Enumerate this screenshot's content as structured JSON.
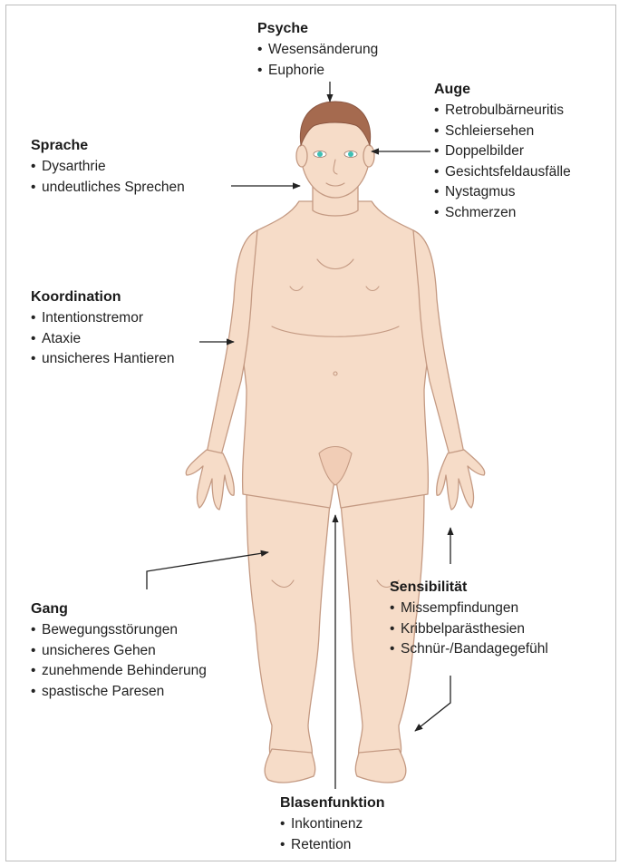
{
  "groups": {
    "psyche": {
      "title": "Psyche",
      "items": [
        "Wesensänderung",
        "Euphorie"
      ]
    },
    "auge": {
      "title": "Auge",
      "items": [
        "Retrobulbärneuritis",
        "Schleiersehen",
        "Doppelbilder",
        "Gesichtsfeldausfälle",
        "Nystagmus",
        "Schmerzen"
      ]
    },
    "sprache": {
      "title": "Sprache",
      "items": [
        "Dysarthrie",
        "undeutliches Sprechen"
      ]
    },
    "koordination": {
      "title": "Koordination",
      "items": [
        "Intentionstremor",
        "Ataxie",
        "unsicheres Hantieren"
      ]
    },
    "sensibilitaet": {
      "title": "Sensibilität",
      "items": [
        "Missempfindungen",
        "Kribbelparästhesien",
        "Schnür-/Bandagegefühl"
      ]
    },
    "gang": {
      "title": "Gang",
      "items": [
        "Bewegungsstörungen",
        "unsicheres Gehen",
        "zunehmende Behinderung",
        "spastische Paresen"
      ]
    },
    "blasenfunktion": {
      "title": "Blasenfunktion",
      "items": [
        "Inkontinenz",
        "Retention"
      ]
    }
  },
  "colors": {
    "skin": "#f6dcc8",
    "skin_outline": "#c49a83",
    "hair": "#a56a4f",
    "eyes": "#3fbfb4",
    "arrow": "#222222",
    "border": "#bdbdbd"
  }
}
